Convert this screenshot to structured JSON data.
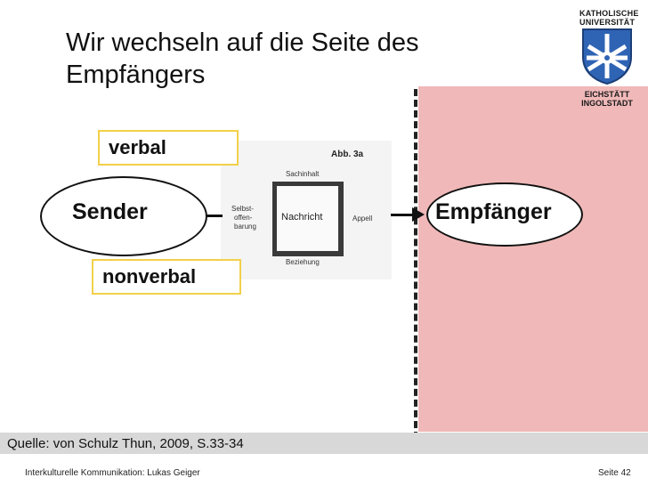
{
  "title": {
    "line1": "Wir wechseln auf die Seite des",
    "line2": "Empfängers"
  },
  "logo": {
    "top_line1": "KATHOLISCHE",
    "top_line2": "UNIVERSITÄT",
    "bottom_line1": "EICHSTÄTT",
    "bottom_line2": "INGOLSTADT"
  },
  "figure": {
    "caption": "Abb. 3a",
    "top": "Sachinhalt",
    "left_1": "Selbst-",
    "left_2": "offen-",
    "left_3": "barung",
    "center": "Nachricht",
    "right": "Appell",
    "bottom": "Beziehung"
  },
  "labels": {
    "verbal": "verbal",
    "nonverbal": "nonverbal"
  },
  "sender": "Sender",
  "receiver": "Empfänger",
  "source": "Quelle: von Schulz Thun, 2009, S.33-34",
  "footer": {
    "left": "Interkulturelle Kommunikation: Lukas Geiger",
    "right": "Seite 42"
  },
  "colors": {
    "receiver_panel": "#f0b8b8",
    "label_border": "#f2d04a",
    "source_bar": "#d8d8d8"
  }
}
